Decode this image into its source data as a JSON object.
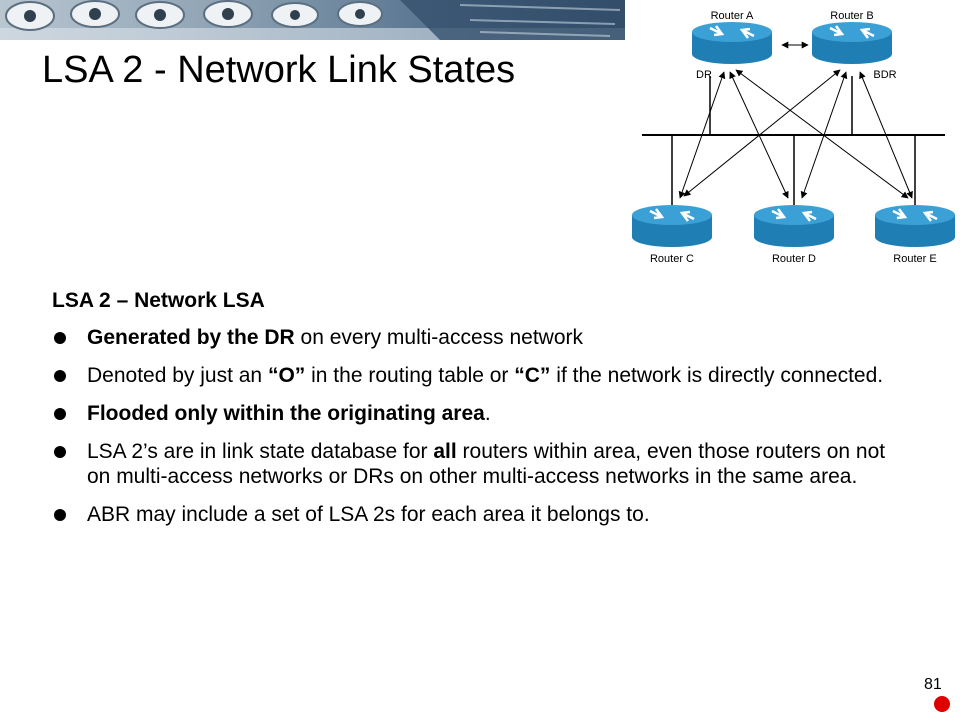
{
  "slide": {
    "title": "LSA 2 - Network Link States",
    "subheading": "LSA 2 – Network LSA",
    "page_number": "81",
    "bullets": [
      {
        "parts": [
          {
            "text": "Generated by the DR",
            "bold": true
          },
          {
            "text": " on every multi-access network",
            "bold": false
          }
        ]
      },
      {
        "parts": [
          {
            "text": "Denoted by just an ",
            "bold": false
          },
          {
            "text": "“O”",
            "bold": true
          },
          {
            "text": " in the routing table or ",
            "bold": false
          },
          {
            "text": "“C”",
            "bold": true
          },
          {
            "text": " if the network is directly connected.",
            "bold": false
          }
        ]
      },
      {
        "parts": [
          {
            "text": "Flooded only within the originating area",
            "bold": true
          },
          {
            "text": ".",
            "bold": false
          }
        ]
      },
      {
        "parts": [
          {
            "text": "LSA 2’s are in link state database for ",
            "bold": false
          },
          {
            "text": "all",
            "bold": true
          },
          {
            "text": " routers within area, even those routers on not on multi-access networks or DRs on other multi-access networks in the same area.",
            "bold": false
          }
        ]
      },
      {
        "parts": [
          {
            "text": "ABR may include a set of LSA 2s for each area it belongs to.",
            "bold": false
          }
        ]
      }
    ]
  },
  "diagram": {
    "routers": {
      "a": {
        "label": "Router A",
        "role": "DR"
      },
      "b": {
        "label": "Router B",
        "role": "BDR"
      },
      "c": {
        "label": "Router C"
      },
      "d": {
        "label": "Router D"
      },
      "e": {
        "label": "Router E"
      }
    },
    "router_color": "#2a8fc4"
  }
}
